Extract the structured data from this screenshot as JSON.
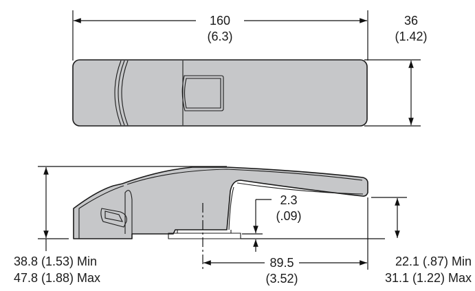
{
  "top_view": {
    "length_mm": "160",
    "length_in": "(6.3)",
    "width_mm": "36",
    "width_in": "(1.42)"
  },
  "side_view": {
    "height_min": "38.8 (1.53) Min",
    "height_max": "47.8 (1.88) Max",
    "gap_mm": "2.3",
    "gap_in": "(.09)",
    "offset_mm": "89.5",
    "offset_in": "(3.52)",
    "handle_min": "22.1 (.87) Min",
    "handle_max": "31.1 (1.22) Max"
  },
  "colors": {
    "part_fill": "#c6c7c9",
    "line": "#111111"
  }
}
